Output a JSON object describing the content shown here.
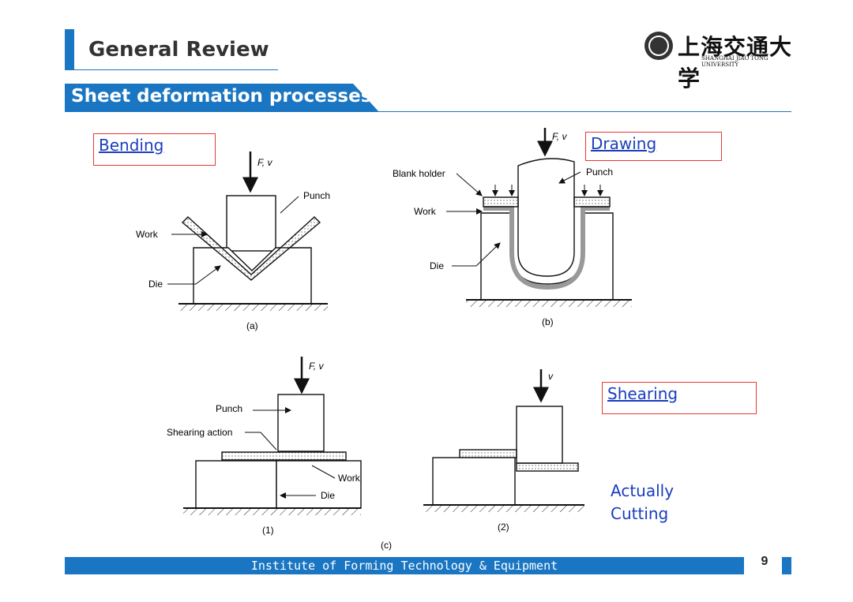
{
  "header": {
    "title": "General Review"
  },
  "logo": {
    "text_cn": "上海交通大学",
    "text_en": "SHANGHAI JIAO TONG UNIVERSITY"
  },
  "section": {
    "title": "Sheet deformation processes"
  },
  "labels": {
    "bending": "Bending",
    "drawing": "Drawing",
    "shearing": "Shearing"
  },
  "note": {
    "line1": "Actually",
    "line2": "Cutting"
  },
  "figure_a": {
    "force": "F, v",
    "punch": "Punch",
    "work": "Work",
    "die": "Die",
    "caption": "(a)"
  },
  "figure_b": {
    "force": "F, v",
    "blank_holder": "Blank holder",
    "punch": "Punch",
    "work": "Work",
    "die": "Die",
    "caption": "(b)"
  },
  "figure_c1": {
    "force": "F, v",
    "punch": "Punch",
    "shearing_action": "Shearing action",
    "work": "Work",
    "die": "Die",
    "caption": "(1)"
  },
  "figure_c2": {
    "force": "v",
    "caption": "(2)"
  },
  "figure_c": {
    "caption": "(c)"
  },
  "footer": {
    "text": "Institute of Forming Technology & Equipment",
    "page": "9"
  },
  "colors": {
    "accent": "#1a76c2",
    "label_border": "#e53935",
    "label_text": "#1a3dbd"
  }
}
